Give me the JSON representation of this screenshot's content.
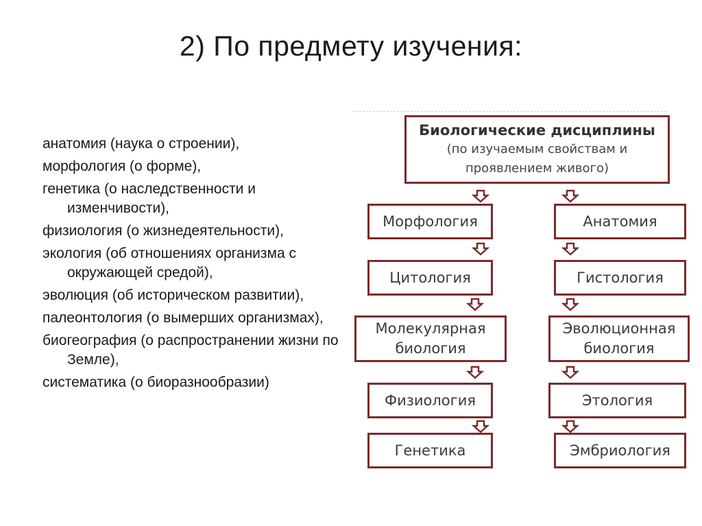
{
  "title": "2) По предмету изучения:",
  "list": [
    "анатомия (наука о строении),",
    "морфология (о форме),",
    "генетика (о наследственности и изменчивости),",
    "физиология (о жизнедеятельности),",
    "экология (об отношениях организма с окружающей средой),",
    "эволюция (об историческом развитии),",
    "палеонтология (о вымерших организмах),",
    "биогеография (о распространении жизни по Земле),",
    "систематика (о биоразнообразии)"
  ],
  "diagram": {
    "header_title": "Биологические дисциплины",
    "header_subtitle_line1": "(по изучаемым свойствам и",
    "header_subtitle_line2": "проявлением живого)",
    "left": [
      "Морфология",
      "Цитология",
      "Молекулярная биология",
      "Физиология",
      "Генетика"
    ],
    "right": [
      "Анатомия",
      "Гистология",
      "Эволюционная биология",
      "Этология",
      "Эмбриология"
    ],
    "border_color": "#7b2b2b"
  }
}
